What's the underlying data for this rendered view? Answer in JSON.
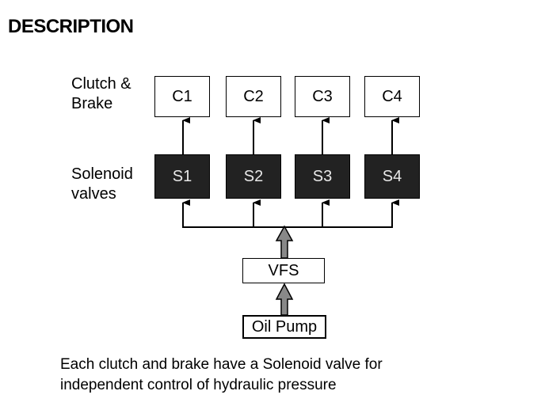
{
  "heading": "DESCRIPTION",
  "labels": {
    "clutch_brake": [
      "Clutch &",
      "Brake"
    ],
    "solenoid": [
      "Solenoid",
      "valves"
    ]
  },
  "clutch_boxes": [
    "C1",
    "C2",
    "C3",
    "C4"
  ],
  "solenoid_boxes": [
    "S1",
    "S2",
    "S3",
    "S4"
  ],
  "vfs": "VFS",
  "oil_pump": "Oil Pump",
  "caption": [
    "Each clutch and brake have a Solenoid valve for",
    "independent control of hydraulic pressure"
  ],
  "colors": {
    "solenoid_fill": "#222222",
    "solenoid_text": "#e8e8e8",
    "hollow_arrow": "#888888"
  }
}
